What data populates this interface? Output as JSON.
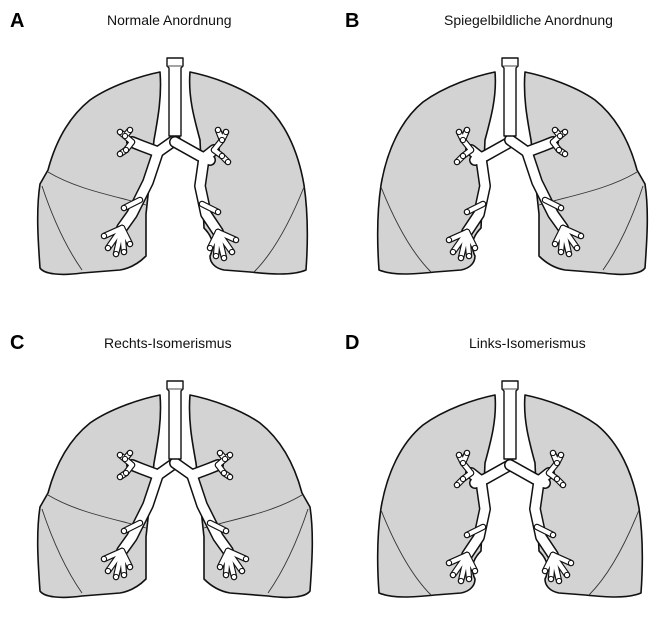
{
  "panels": [
    {
      "letter": "A",
      "title": "Normale Anordnung",
      "left_lobes": 3,
      "right_lobes": 2
    },
    {
      "letter": "B",
      "title": "Spiegelbildliche Anordnung",
      "left_lobes": 2,
      "right_lobes": 3
    },
    {
      "letter": "C",
      "title": "Rechts-Isomerismus",
      "left_lobes": 3,
      "right_lobes": 3
    },
    {
      "letter": "D",
      "title": "Links-Isomerismus",
      "left_lobes": 2,
      "right_lobes": 2
    }
  ],
  "colors": {
    "lung_fill": "#d3d3d3",
    "outline": "#111111",
    "airway_fill": "#ffffff"
  }
}
